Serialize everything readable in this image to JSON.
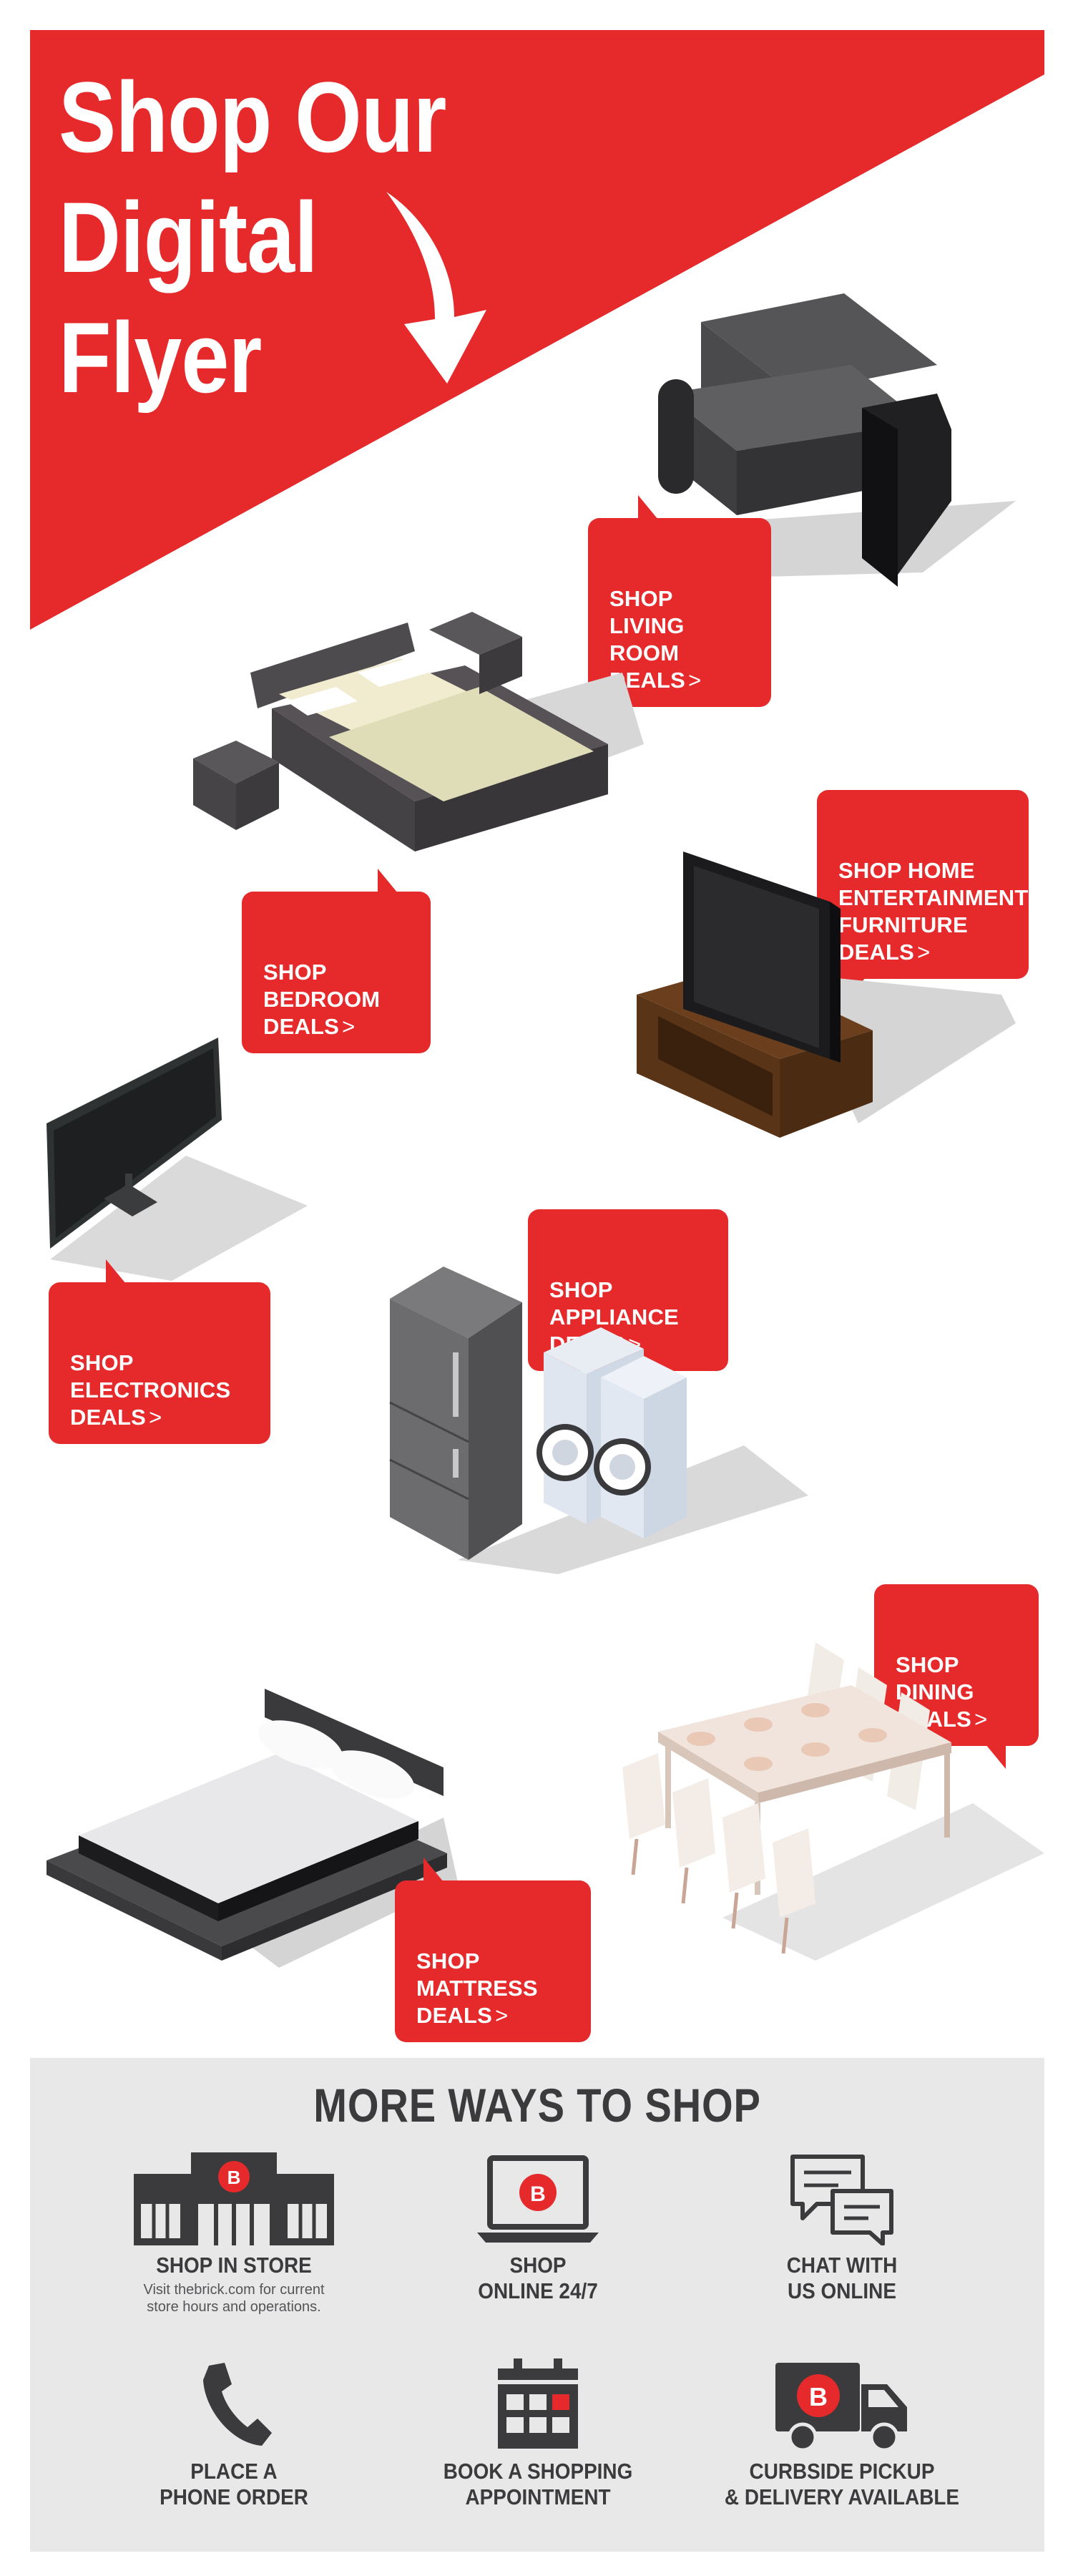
{
  "hero": {
    "title": "Shop Our\nDigital\nFlyer",
    "color": "#e62a2b"
  },
  "deals": {
    "living": {
      "label": "SHOP LIVING\nROOM DEALS",
      "chevron": ">"
    },
    "bedroom": {
      "label": "SHOP BEDROOM\nDEALS",
      "chevron": ">"
    },
    "home_entertainment": {
      "label": "SHOP HOME\nENTERTAINMENT\nFURNITURE DEALS",
      "chevron": ">"
    },
    "electronics": {
      "label": "SHOP ELECTRONICS\nDEALS",
      "chevron": ">"
    },
    "appliance": {
      "label": "SHOP APPLIANCE\nDEALS",
      "chevron": ">"
    },
    "dining": {
      "label": "SHOP DINING\nDEALS",
      "chevron": ">"
    },
    "mattress": {
      "label": "SHOP MATTRESS\nDEALS",
      "chevron": ">"
    }
  },
  "more_ways": {
    "title": "MORE WAYS TO SHOP",
    "items": [
      {
        "label": "SHOP IN STORE",
        "sub": "Visit thebrick.com for current\nstore hours and operations.",
        "icon": "store-icon"
      },
      {
        "label": "SHOP\nONLINE 24/7",
        "icon": "laptop-icon"
      },
      {
        "label": "CHAT WITH\nUS ONLINE",
        "icon": "chat-icon"
      },
      {
        "label": "PLACE A\nPHONE ORDER",
        "icon": "phone-icon"
      },
      {
        "label": "BOOK A SHOPPING\nAPPOINTMENT",
        "icon": "calendar-icon"
      },
      {
        "label": "CURBSIDE PICKUP\n& DELIVERY AVAILABLE",
        "icon": "truck-icon"
      }
    ]
  },
  "colors": {
    "brand_red": "#e62a2b",
    "dark_text": "#3b3b3d",
    "panel_gray": "#e8e8e9"
  }
}
